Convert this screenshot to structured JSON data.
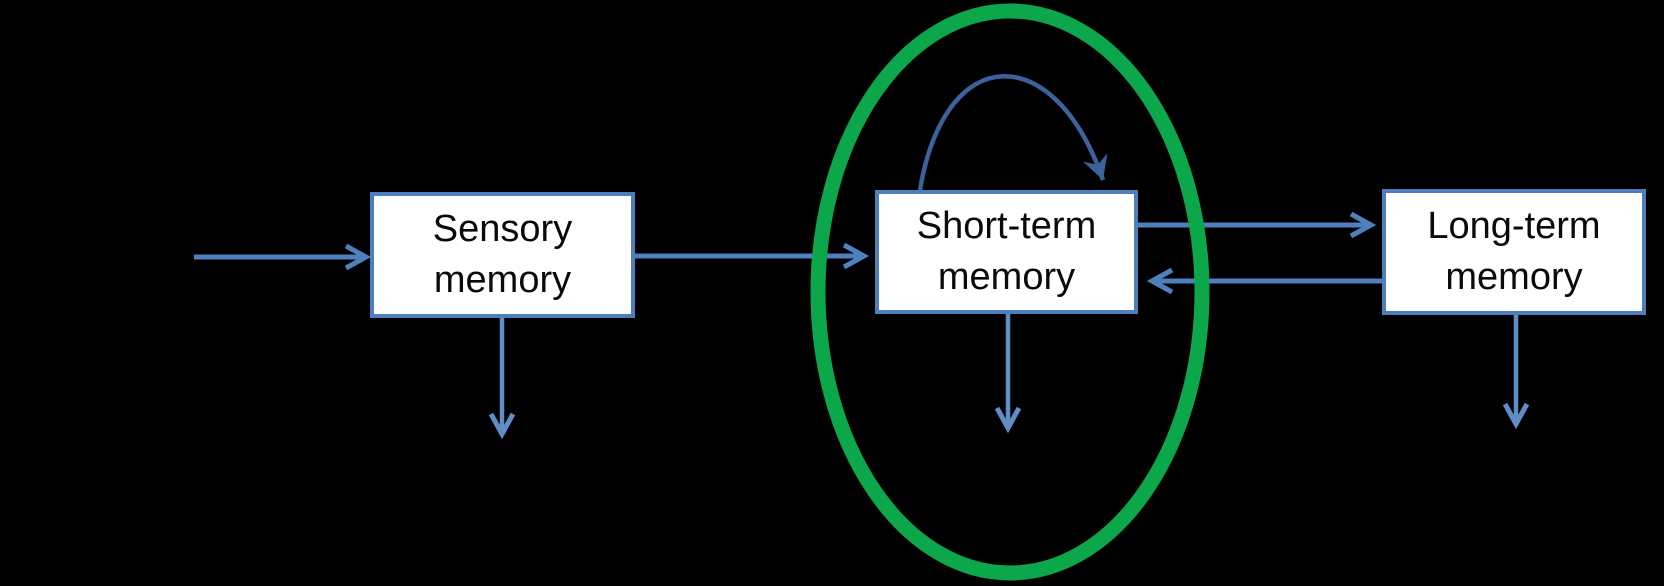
{
  "canvas": {
    "background": "#000000"
  },
  "nodes": [
    {
      "id": "sensory-memory",
      "label": "Sensory memory",
      "lines": [
        "Sensory",
        "memory"
      ]
    },
    {
      "id": "short-term-memory",
      "label": "Short-term memory",
      "lines": [
        "Short-term",
        "memory"
      ]
    },
    {
      "id": "long-term-memory",
      "label": "Long-term memory",
      "lines": [
        "Long-term",
        "memory"
      ]
    }
  ],
  "edges": [
    {
      "id": "input-arrow",
      "from": "outside-left",
      "to": "sensory-memory"
    },
    {
      "id": "sensory-to-short-term",
      "from": "sensory-memory",
      "to": "short-term-memory"
    },
    {
      "id": "short-term-self-loop",
      "from": "short-term-memory",
      "to": "short-term-memory"
    },
    {
      "id": "short-term-to-long-term",
      "from": "short-term-memory",
      "to": "long-term-memory"
    },
    {
      "id": "long-term-to-short-term",
      "from": "long-term-memory",
      "to": "short-term-memory"
    },
    {
      "id": "sensory-down-arrow",
      "from": "sensory-memory",
      "to": "below"
    },
    {
      "id": "short-term-down-arrow",
      "from": "short-term-memory",
      "to": "below"
    },
    {
      "id": "long-term-down-arrow",
      "from": "long-term-memory",
      "to": "below"
    }
  ],
  "highlight": {
    "shape": "ellipse",
    "around": "short-term-memory",
    "color": "#0ca74b"
  },
  "colors": {
    "background": "#000000",
    "box_fill": "#ffffff",
    "box_border": "#4d7ebd",
    "box_text": "#0a0a0a",
    "arrow": "#4e80be",
    "arrow_light": "#5e8dc8",
    "loop_arrow": "#3a639b",
    "highlight_green": "#0ca74b"
  }
}
